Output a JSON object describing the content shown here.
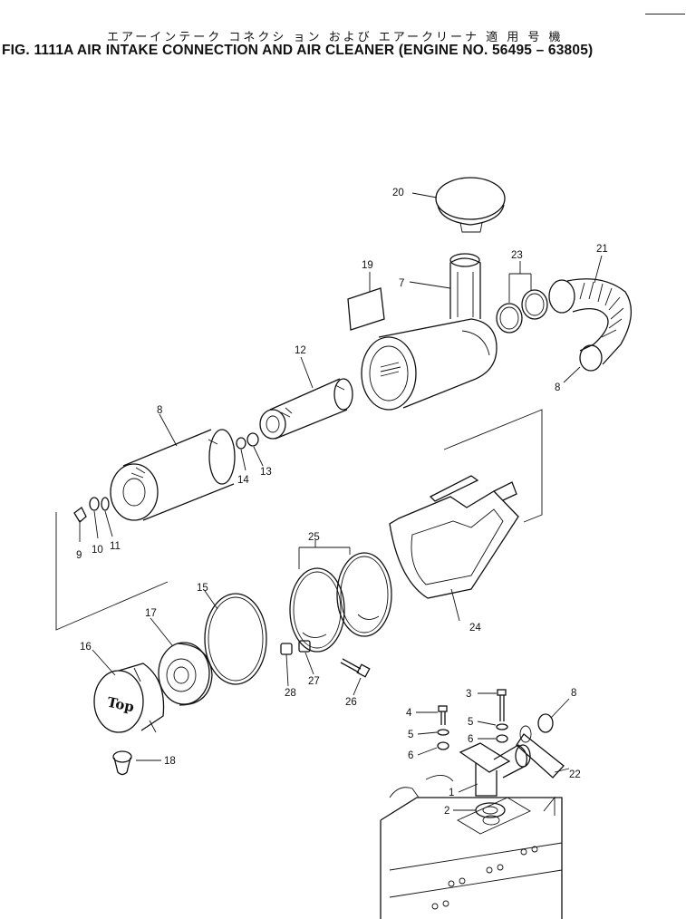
{
  "header": {
    "title_jp": "エアーインテーク コネクシ ョン および エアークリーナ 適 用 号 機",
    "title_en": "FIG. 1111A  AIR INTAKE CONNECTION AND AIR CLEANER (ENGINE NO. 56495 – 63805)"
  },
  "diagram": {
    "cover_text": "Top",
    "callouts": [
      {
        "id": "c1",
        "label": "1"
      },
      {
        "id": "c2",
        "label": "2"
      },
      {
        "id": "c3",
        "label": "3"
      },
      {
        "id": "c4",
        "label": "4"
      },
      {
        "id": "c5a",
        "label": "5"
      },
      {
        "id": "c5b",
        "label": "5"
      },
      {
        "id": "c6a",
        "label": "6"
      },
      {
        "id": "c6b",
        "label": "6"
      },
      {
        "id": "c7",
        "label": "7"
      },
      {
        "id": "c8a",
        "label": "8"
      },
      {
        "id": "c8b",
        "label": "8"
      },
      {
        "id": "c8c",
        "label": "8"
      },
      {
        "id": "c9",
        "label": "9"
      },
      {
        "id": "c10",
        "label": "10"
      },
      {
        "id": "c11",
        "label": "11"
      },
      {
        "id": "c12",
        "label": "12"
      },
      {
        "id": "c13",
        "label": "13"
      },
      {
        "id": "c14",
        "label": "14"
      },
      {
        "id": "c15",
        "label": "15"
      },
      {
        "id": "c16",
        "label": "16"
      },
      {
        "id": "c17",
        "label": "17"
      },
      {
        "id": "c18",
        "label": "18"
      },
      {
        "id": "c19",
        "label": "19"
      },
      {
        "id": "c20",
        "label": "20"
      },
      {
        "id": "c21",
        "label": "21"
      },
      {
        "id": "c22",
        "label": "22"
      },
      {
        "id": "c23",
        "label": "23"
      },
      {
        "id": "c24",
        "label": "24"
      },
      {
        "id": "c25",
        "label": "25"
      },
      {
        "id": "c26",
        "label": "26"
      },
      {
        "id": "c27",
        "label": "27"
      },
      {
        "id": "c28",
        "label": "28"
      }
    ]
  }
}
